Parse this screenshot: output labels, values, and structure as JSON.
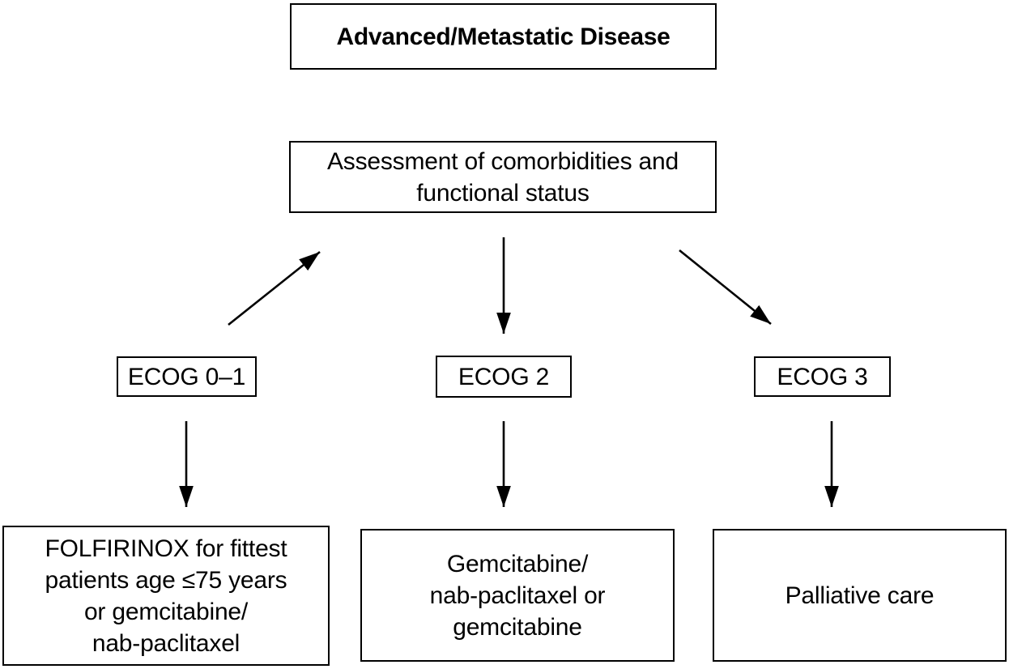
{
  "diagram": {
    "nodes": {
      "root": {
        "label": "Advanced/Metastatic Disease"
      },
      "assessment": {
        "label": "Assessment of comorbidities and\nfunctional status"
      },
      "ecog01": {
        "label": "ECOG 0–1"
      },
      "ecog2": {
        "label": "ECOG 2"
      },
      "ecog3": {
        "label": "ECOG 3"
      },
      "treatment_ecog01": {
        "label": "FOLFIRINOX for fittest\npatients age ≤75 years\nor gemcitabine/\nnab-paclitaxel"
      },
      "treatment_ecog2": {
        "label": "Gemcitabine/\nnab-paclitaxel or\ngemcitabine"
      },
      "treatment_ecog3": {
        "label": "Palliative care"
      }
    },
    "edges": [
      {
        "from": "ecog01",
        "to": "assessment",
        "direction": "up-right"
      },
      {
        "from": "assessment",
        "to": "ecog2",
        "direction": "down"
      },
      {
        "from": "assessment",
        "to": "ecog3",
        "direction": "down-right"
      },
      {
        "from": "ecog01",
        "to": "treatment_ecog01",
        "direction": "down"
      },
      {
        "from": "ecog2",
        "to": "treatment_ecog2",
        "direction": "down"
      },
      {
        "from": "ecog3",
        "to": "treatment_ecog3",
        "direction": "down"
      }
    ],
    "colors": {
      "line": "#000000",
      "box_border": "#000000",
      "text": "#000000",
      "background": "#ffffff"
    }
  }
}
